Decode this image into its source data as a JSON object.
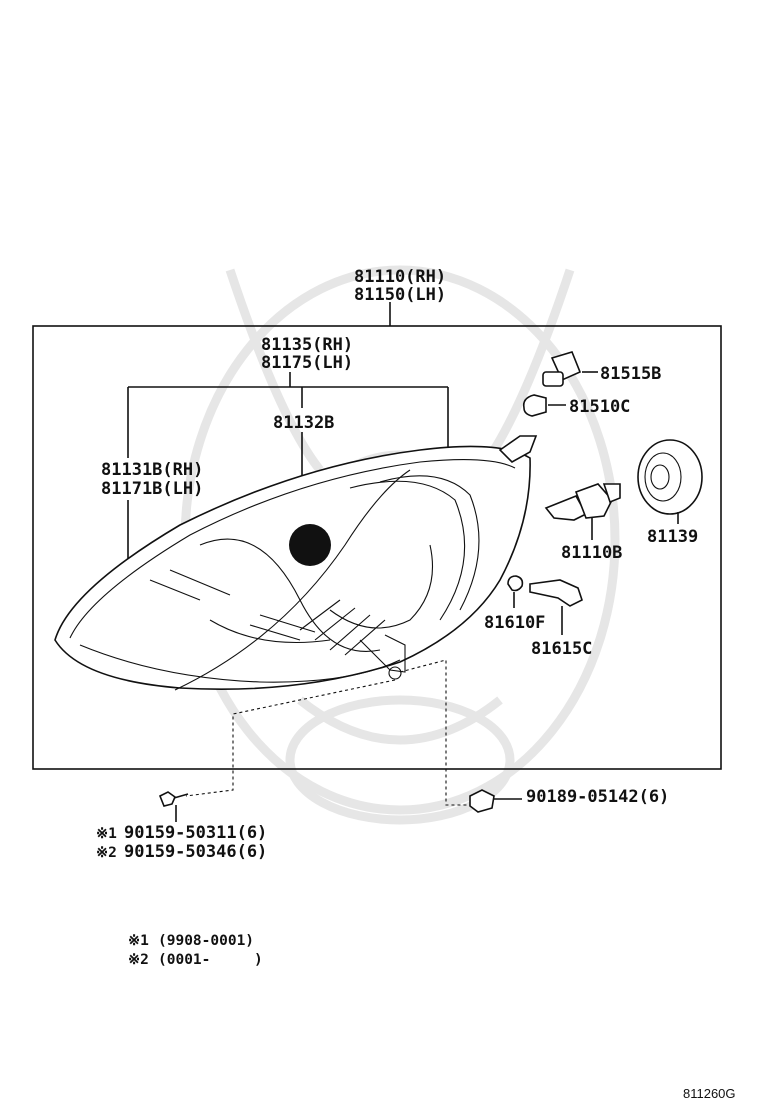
{
  "labels": {
    "assembly_rh": "81110(RH)",
    "assembly_lh": "81150(LH)",
    "housing_rh": "81135(RH)",
    "housing_lh": "81175(LH)",
    "gasket": "81132B",
    "lens_rh": "81131B(RH)",
    "lens_lh": "81171B(LH)",
    "socket": "81515B",
    "bulb_small": "81510C",
    "bulb_main": "81110B",
    "cover": "81139",
    "bulb_clear": "81610F",
    "socket_small": "81615C",
    "nut": "90189-05142(6)",
    "screw_1": "90159-50311(6)",
    "screw_2": "90159-50346(6)"
  },
  "markers": {
    "mark_1": "※1",
    "mark_2": "※2"
  },
  "notes": {
    "note_1": "(9908-0001)",
    "note_2": "(0001-     )"
  },
  "diagram_code": "811260G"
}
